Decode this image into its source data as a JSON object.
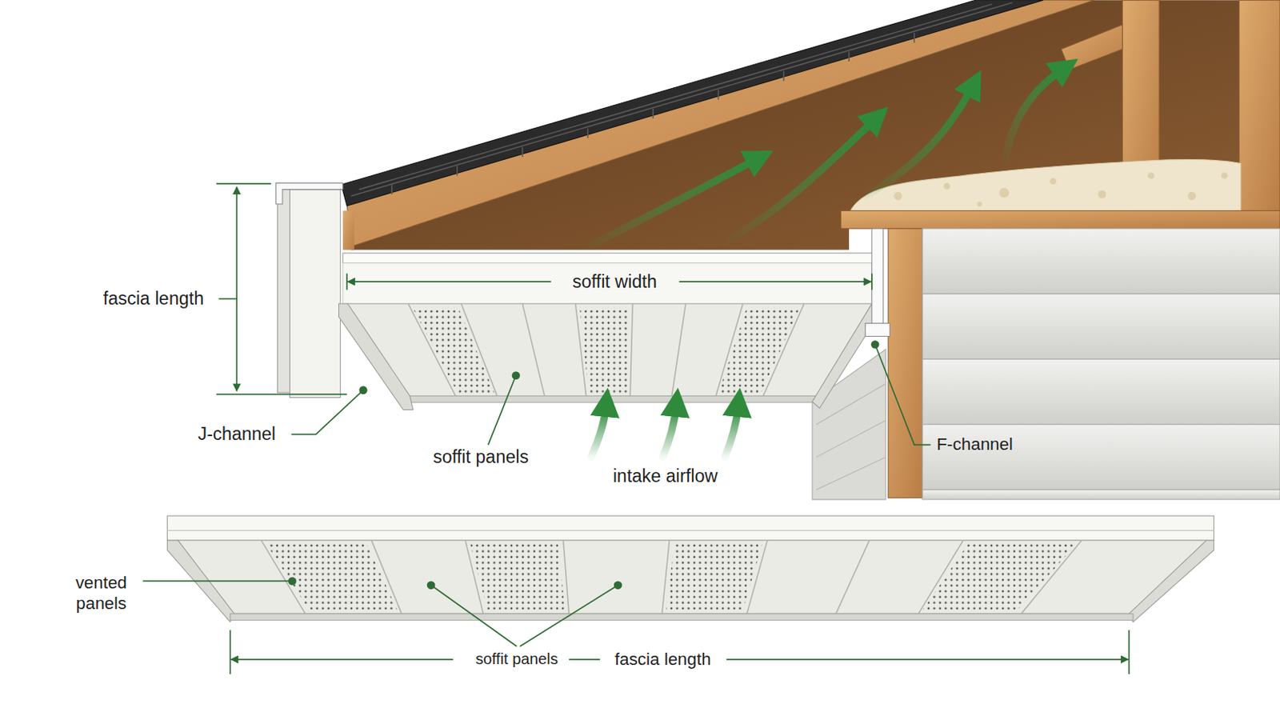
{
  "diagram": {
    "labels": [
      "fascia length",
      "soffit width",
      "J-channel",
      "soffit panels",
      "intake airflow",
      "F-channel",
      "vented panels",
      "soffit panels",
      "fascia length"
    ]
  }
}
